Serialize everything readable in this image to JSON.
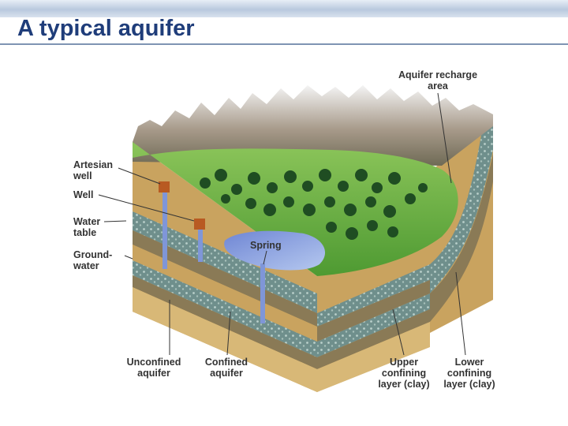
{
  "slide": {
    "title": "A typical aquifer"
  },
  "labels": {
    "aquifer_recharge_area": "Aquifer recharge\narea",
    "artesian_well": "Artesian\nwell",
    "well": "Well",
    "water_table": "Water\ntable",
    "groundwater": "Ground-\nwater",
    "spring": "Spring",
    "unconfined_aquifer": "Unconfined\naquifer",
    "confined_aquifer": "Confined\naquifer",
    "upper_confining_layer": "Upper\nconfining\nlayer (clay)",
    "lower_confining_layer": "Lower\nconfining\nlayer (clay)"
  },
  "colors": {
    "title": "#1f3d7a",
    "sand": "#c9a35f",
    "clay": "#8a7a56",
    "aquifer": "#6f8f8c",
    "grass": "#5ea83a",
    "water": "#7f96d8",
    "mountain_snow": "#f2f2f2"
  }
}
